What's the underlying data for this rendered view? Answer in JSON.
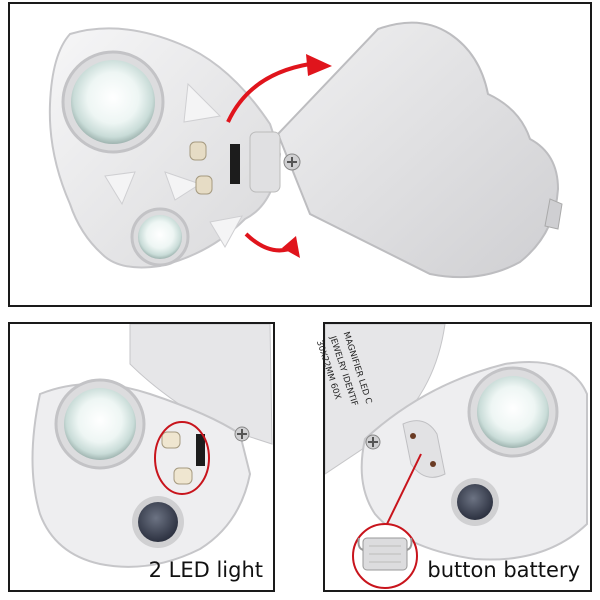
{
  "panels": {
    "top": {
      "description": "Magnifier loupe with rotating cover"
    },
    "bottom_left": {
      "caption": "2 LED light"
    },
    "bottom_right": {
      "caption": "button battery",
      "engraving": [
        "MAGNIFIER LED C",
        "JEWELRY IDENTIF",
        "30X22MM 60X"
      ]
    }
  },
  "colors": {
    "arrow": "#e0141c",
    "highlight_ring": "#c8141c",
    "body": "#e9e9ea",
    "frame": "#1a1a1a"
  },
  "icons": [
    "rotate-arrow-icon",
    "led-icon",
    "screw-icon",
    "battery-icon"
  ]
}
